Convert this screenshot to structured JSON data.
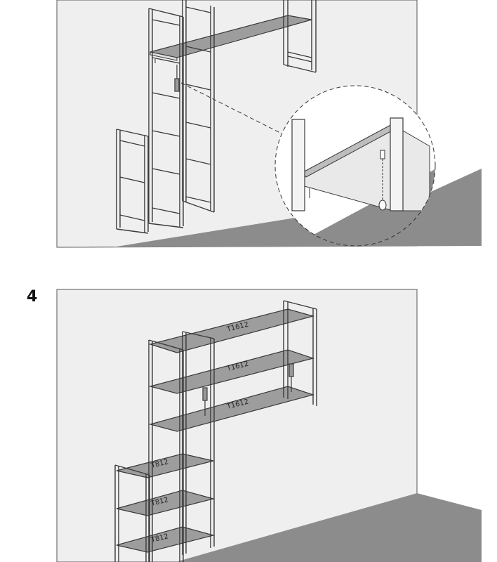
{
  "steps": [
    {
      "number": "",
      "shelf_labels": []
    },
    {
      "number": "4",
      "shelf_labels": [
        "T1612",
        "T1612",
        "T1612",
        "T812",
        "T812",
        "T812"
      ]
    }
  ],
  "colors": {
    "wall": "#efefef",
    "floor": "#8c8c8c",
    "frame_stroke": "#3a3a3a",
    "shelf_top": "#9d9d9d",
    "dashed_line": "#333333"
  }
}
